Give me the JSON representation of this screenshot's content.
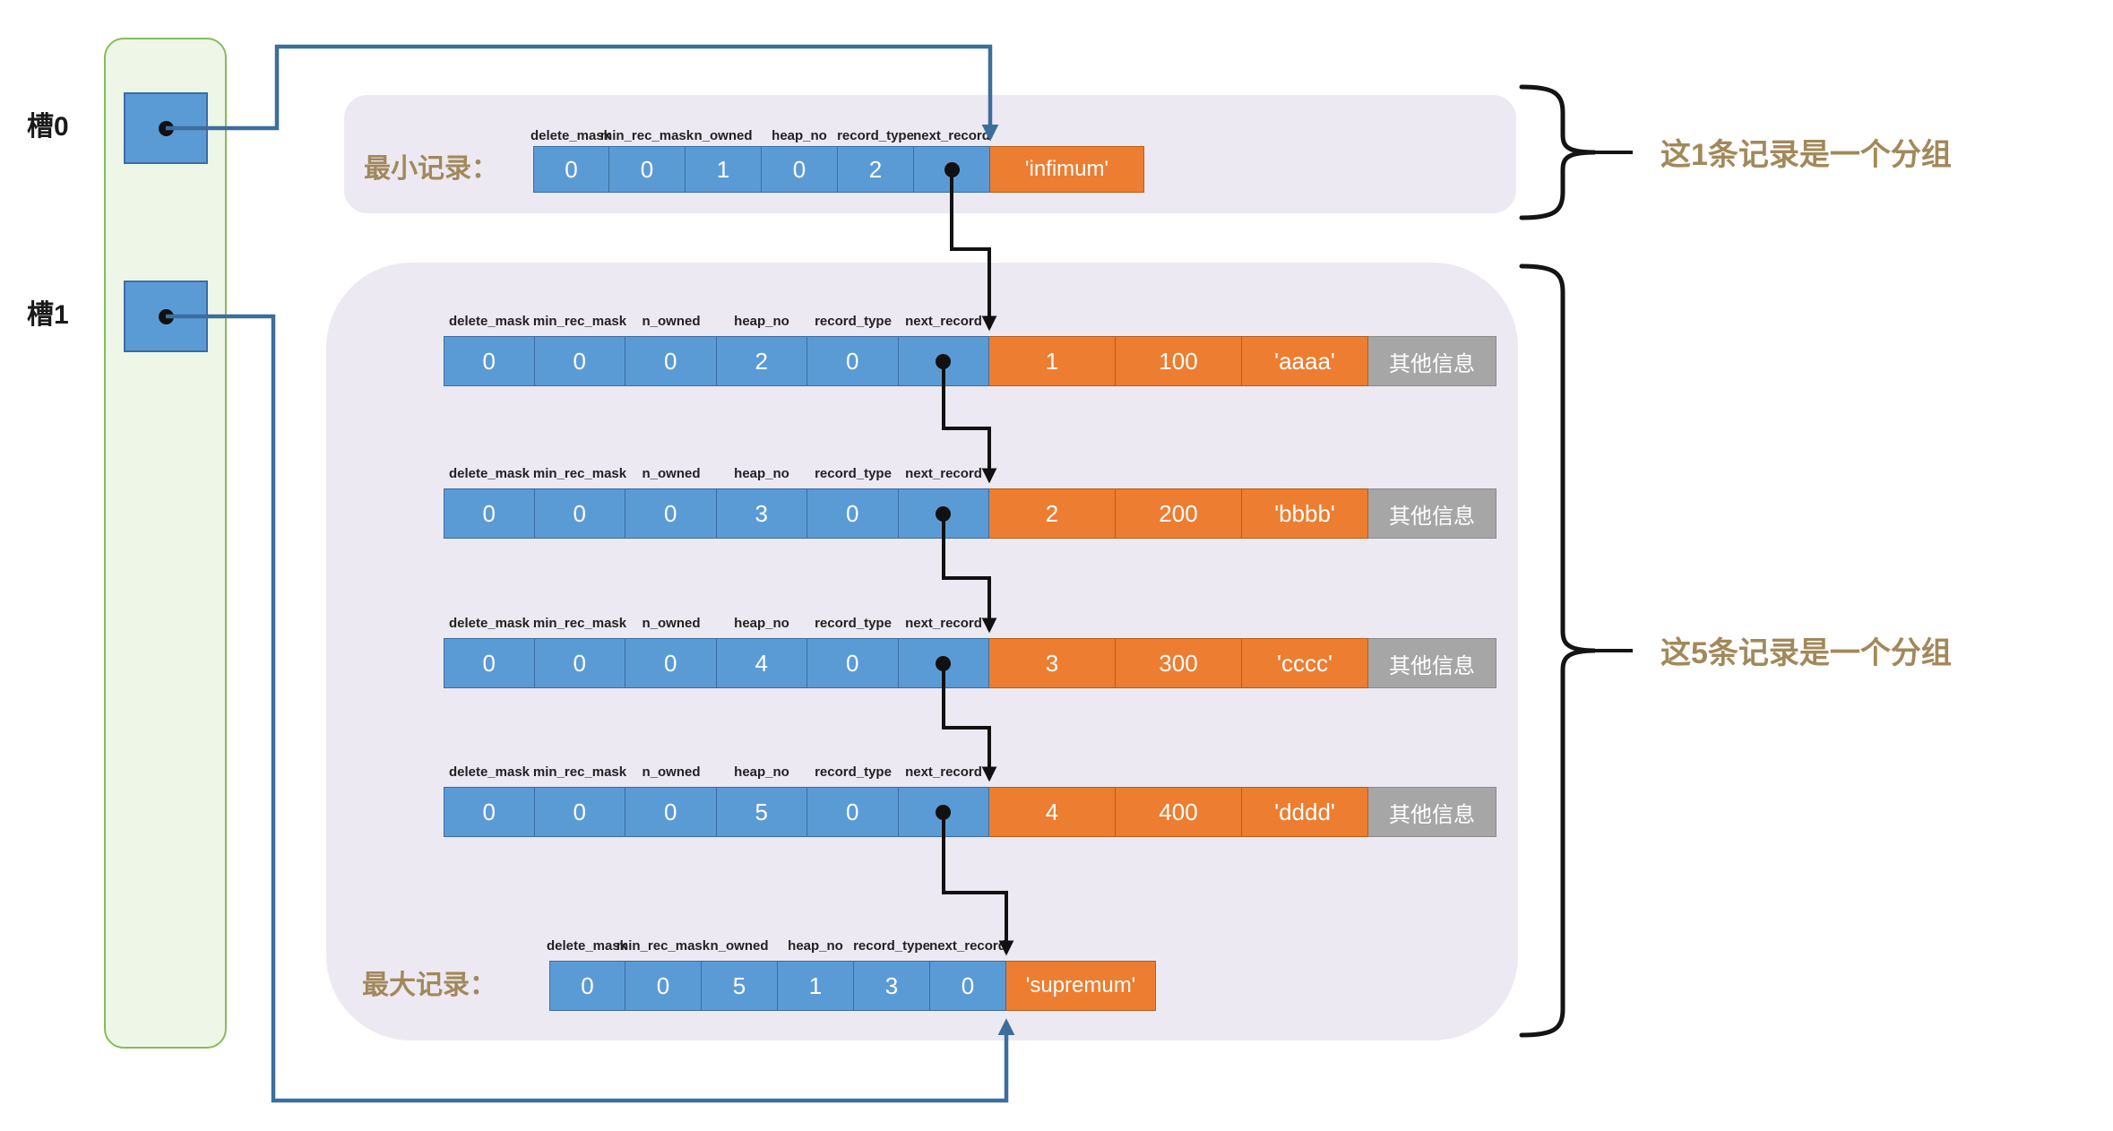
{
  "slots": {
    "slot0": "槽0",
    "slot1": "槽1"
  },
  "headers": [
    "delete_mask",
    "min_rec_mask",
    "n_owned",
    "heap_no",
    "record_type",
    "next_record"
  ],
  "min_record": {
    "label": "最小记录：",
    "fields": [
      "0",
      "0",
      "1",
      "0",
      "2"
    ],
    "data": "'infimum'"
  },
  "records": [
    {
      "fields": [
        "0",
        "0",
        "0",
        "2",
        "0"
      ],
      "key": "1",
      "value": "100",
      "data": "'aaaa'",
      "other": "其他信息"
    },
    {
      "fields": [
        "0",
        "0",
        "0",
        "3",
        "0"
      ],
      "key": "2",
      "value": "200",
      "data": "'bbbb'",
      "other": "其他信息"
    },
    {
      "fields": [
        "0",
        "0",
        "0",
        "4",
        "0"
      ],
      "key": "3",
      "value": "300",
      "data": "'cccc'",
      "other": "其他信息"
    },
    {
      "fields": [
        "0",
        "0",
        "0",
        "5",
        "0"
      ],
      "key": "4",
      "value": "400",
      "data": "'dddd'",
      "other": "其他信息"
    }
  ],
  "max_record": {
    "label": "最大记录：",
    "fields": [
      "0",
      "0",
      "5",
      "1",
      "3",
      "0"
    ],
    "data": "'supremum'"
  },
  "annotations": {
    "group1": "这1条记录是一个分组",
    "group2": "这5条记录是一个分组"
  },
  "colors": {
    "cell_blue": "#5b9bd5",
    "cell_orange": "#ed7d31",
    "cell_gray": "#a6a6a6",
    "panel_lavender": "#ece9f3",
    "slot_green_fill": "#eef6e8",
    "slot_green_border": "#84bd5a",
    "gold_text": "#a2885a",
    "connector_blue": "#3c6e9c",
    "connector_black": "#111111"
  }
}
